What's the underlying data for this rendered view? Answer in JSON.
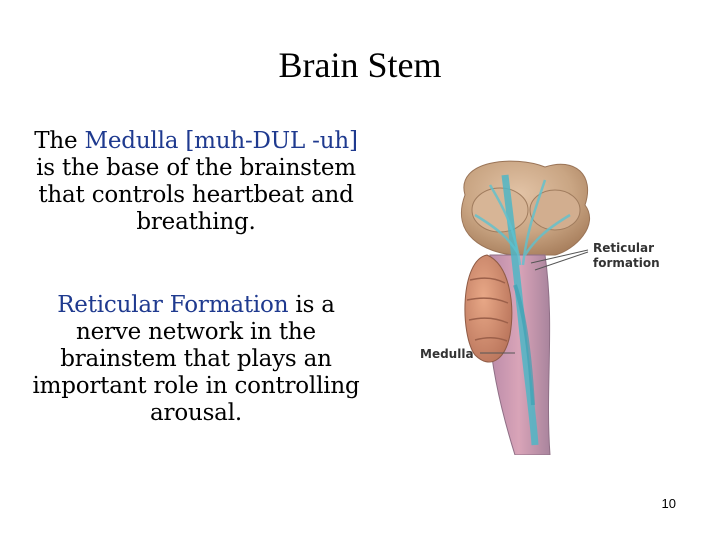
{
  "slide": {
    "title": "Brain Stem",
    "paragraph1": {
      "lead": "The ",
      "term": "Medulla [muh-DUL -uh]",
      "rest": " is the base of the brainstem that controls heartbeat and breathing."
    },
    "paragraph2": {
      "term": "Reticular Formation",
      "rest": " is a nerve network in the brainstem that plays an important role in controlling arousal."
    },
    "figure": {
      "label_reticular_line1": "Reticular",
      "label_reticular_line2": "formation",
      "label_medulla": "Medulla"
    },
    "page_number": "10"
  },
  "colors": {
    "highlight_text": "#1f3a8f",
    "reticular_fibers": "#4fb6c6",
    "tissue": "#c9a583"
  }
}
